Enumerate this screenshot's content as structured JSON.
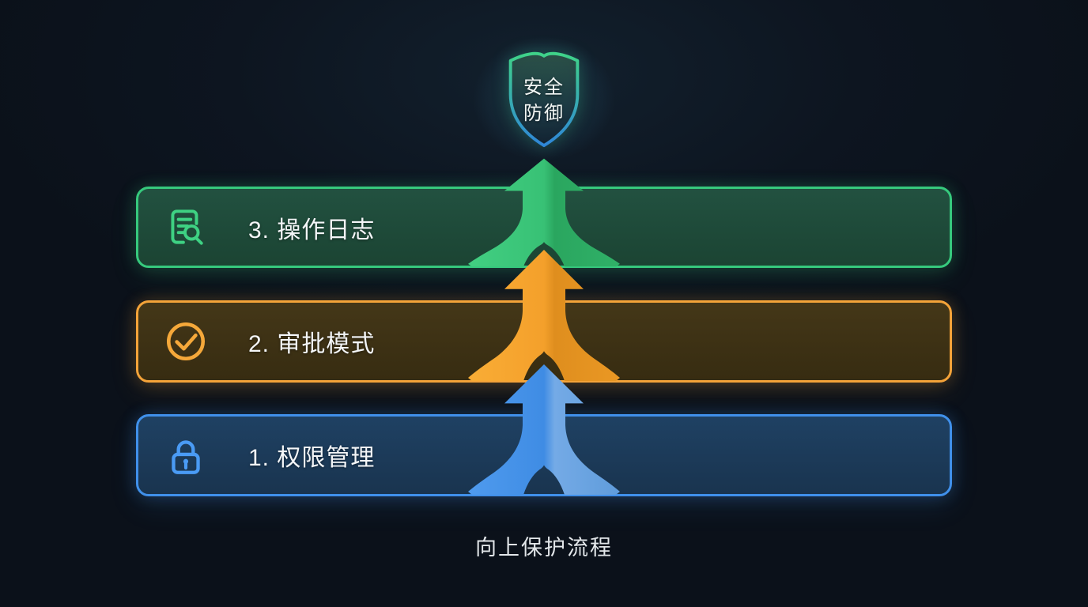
{
  "diagram": {
    "type": "upward-flow-security-diagram",
    "background_color": "#0d1520"
  },
  "shield": {
    "icon": "shield-icon",
    "title_line1": "安全",
    "title_line2": "防御",
    "border_gradient": [
      "#3fd389",
      "#2f86d8"
    ]
  },
  "levels": [
    {
      "order": 3,
      "label": "3. 操作日志",
      "icon": "log-search-icon",
      "accent": "#36c97d",
      "fill": "#1e4a38"
    },
    {
      "order": 2,
      "label": "2. 审批模式",
      "icon": "check-circle-icon",
      "accent": "#f4a339",
      "fill": "#3e3315"
    },
    {
      "order": 1,
      "label": "1. 权限管理",
      "icon": "lock-icon",
      "accent": "#4090ea",
      "fill": "#1c3a5a"
    }
  ],
  "arrows": [
    {
      "name": "arrow-to-shield",
      "color": "#38c175",
      "direction": "up"
    },
    {
      "name": "arrow-to-level-3",
      "color": "#f4a02b",
      "direction": "up"
    },
    {
      "name": "arrow-to-level-2",
      "color": "#3f8ce4",
      "direction": "up"
    }
  ],
  "caption": "向上保护流程"
}
